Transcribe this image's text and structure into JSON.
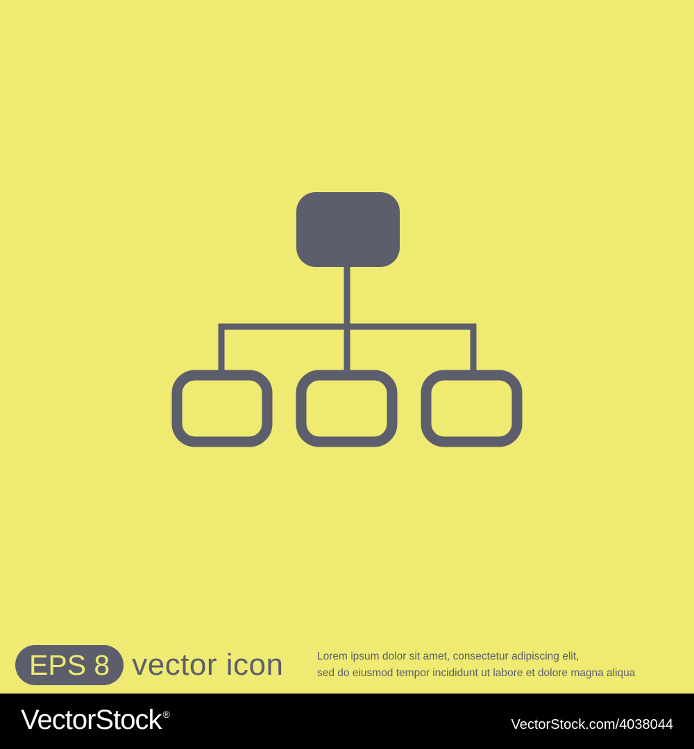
{
  "colors": {
    "background": "#eeea72",
    "icon": "#5c5e6b",
    "footer": "#000000",
    "footer_text": "#ffffff"
  },
  "icon": {
    "name": "hierarchy-sitemap-icon"
  },
  "promo": {
    "badge": "EPS 8",
    "label": "vector icon",
    "lorem_line1": "Lorem ipsum dolor sit amet, consectetur adipiscing elit,",
    "lorem_line2": "sed do eiusmod tempor incididunt ut labore et dolore magna aliqua"
  },
  "footer": {
    "logo": "VectorStock",
    "logo_mark": "®",
    "image_ref": "VectorStock.com/4038044"
  }
}
